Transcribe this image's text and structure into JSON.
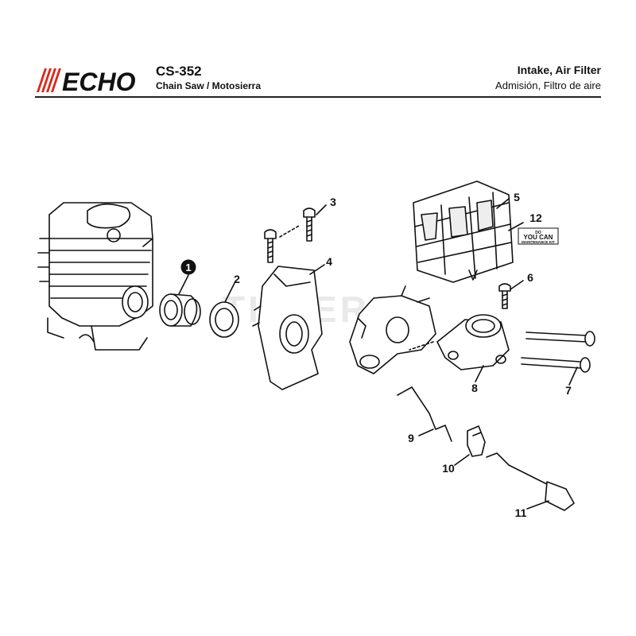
{
  "header": {
    "brand": "ECHO",
    "model": "CS-352",
    "subtitle": "Chain Saw / Motosierra",
    "title_en": "Intake, Air Filter",
    "title_es": "Admisión, Filtro de aire"
  },
  "watermark": "TILLERS",
  "kit_badge": {
    "line1": "YOU CAN",
    "line2": "MAINTENANCE KIT",
    "prefix": "DO"
  },
  "colors": {
    "logo_red": "#d62b1f",
    "ink": "#111111"
  },
  "callouts": [
    "1",
    "2",
    "3",
    "4",
    "5",
    "6",
    "7",
    "8",
    "9",
    "10",
    "11",
    "12"
  ],
  "highlighted_callout": "1"
}
